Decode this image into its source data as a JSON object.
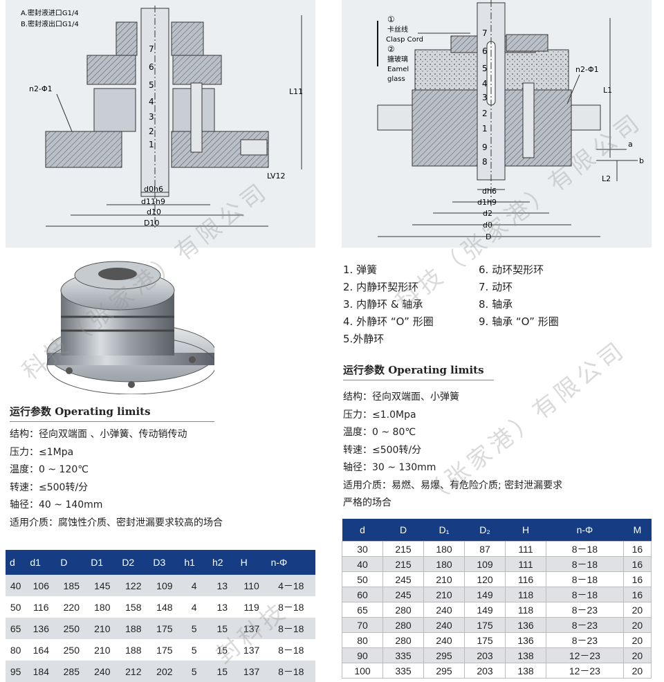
{
  "left_drawing": {
    "legend_a": "A.密封液进口G1/4",
    "legend_b": "B.密封液出口G1/4",
    "hole_label": "n2-Φ1",
    "part_numbers": [
      "7",
      "6",
      "5",
      "4",
      "3",
      "2",
      "1"
    ],
    "dim_L11": "L11",
    "dim_LV12": "LV12",
    "dim_d0h6": "d0h6",
    "dim_d11h9": "d11h9",
    "dim_d10": "d10",
    "dim_D10": "D10"
  },
  "right_drawing": {
    "callout1_num": "①",
    "callout1_cn": "卡丝线",
    "callout1_en": "Clasp Cord",
    "callout2_num": "②",
    "callout2_cn": "搪玻璃",
    "callout2_en1": "Eamel",
    "callout2_en2": "glass",
    "hole_label": "n2-Φ1",
    "part_numbers": [
      "7",
      "6",
      "5",
      "4",
      "3",
      "2",
      "1",
      "9",
      "8"
    ],
    "dim_L1": "L1",
    "dim_L2": "L2",
    "dim_a": "a",
    "dim_b": "b",
    "dim_dh6": "dh6",
    "dim_d1h9": "d1h9",
    "dim_d2": "d2",
    "dim_d0": "d0",
    "dim_D": "D"
  },
  "parts_list": {
    "left": [
      "1. 弹簧",
      "2. 内静环契形环",
      "3. 内静环 & 轴承",
      "4. 外静环 “O” 形圈",
      "5.外静环"
    ],
    "right": [
      "6. 动环契形环",
      "7. 动环",
      "8. 轴承",
      "9. 轴承 “O” 形圈"
    ]
  },
  "left_limits": {
    "title": "运行参数 Operating limits",
    "lines": [
      "结构：径向双端面 、小弹簧、传动销传动",
      "压力：≤1Mpa",
      "温度：0 ~ 120℃",
      "转速：≤500转/分",
      "轴径：40 ~ 140mm",
      "适用介质：腐蚀性介质、密封泄漏要求较高的场合"
    ]
  },
  "right_limits": {
    "title": "运行参数 Operating limits",
    "lines": [
      "结构：径向双端面、小弹簧",
      "压力：≤1.0Mpa",
      "温度：0 ~ 80℃",
      "转速：≤500转/分",
      "轴径：30 ~ 130mm",
      "适用介质：易燃、易爆、有危险介质; 密封泄漏要求",
      "严格的场合"
    ]
  },
  "left_table": {
    "headers": [
      "d",
      "d1",
      "D",
      "D1",
      "D2",
      "D3",
      "h1",
      "h2",
      "H",
      "n-Φ"
    ],
    "rows": [
      [
        "40",
        "106",
        "185",
        "145",
        "122",
        "109",
        "4",
        "13",
        "110",
        "4－18"
      ],
      [
        "50",
        "116",
        "220",
        "180",
        "158",
        "148",
        "4",
        "13",
        "119",
        "8－18"
      ],
      [
        "65",
        "136",
        "250",
        "210",
        "188",
        "175",
        "5",
        "15",
        "137",
        "8－18"
      ],
      [
        "80",
        "164",
        "250",
        "210",
        "188",
        "175",
        "5",
        "15",
        "137",
        "8－18"
      ],
      [
        "95",
        "184",
        "285",
        "240",
        "212",
        "202",
        "5",
        "15",
        "137",
        "8－18"
      ]
    ]
  },
  "right_table": {
    "headers": [
      "d",
      "D",
      "D₁",
      "D₂",
      "H",
      "n-Φ",
      "M"
    ],
    "rows": [
      [
        "30",
        "215",
        "180",
        "87",
        "111",
        "8－18",
        "16"
      ],
      [
        "40",
        "215",
        "180",
        "109",
        "111",
        "8－18",
        "16"
      ],
      [
        "50",
        "245",
        "210",
        "120",
        "116",
        "8－18",
        "16"
      ],
      [
        "60",
        "245",
        "210",
        "149",
        "118",
        "8－18",
        "16"
      ],
      [
        "65",
        "280",
        "240",
        "149",
        "118",
        "8－23",
        "20"
      ],
      [
        "70",
        "280",
        "240",
        "175",
        "136",
        "8－23",
        "20"
      ],
      [
        "80",
        "280",
        "240",
        "175",
        "136",
        "8－23",
        "20"
      ],
      [
        "90",
        "335",
        "295",
        "203",
        "138",
        "12－23",
        "20"
      ],
      [
        "100",
        "335",
        "295",
        "203",
        "138",
        "12－23",
        "20"
      ]
    ]
  },
  "watermarks": [
    "科技（张家港）有限公司",
    "（张家港）有限公司",
    "科技（张家港）有限公司",
    "封科技"
  ]
}
